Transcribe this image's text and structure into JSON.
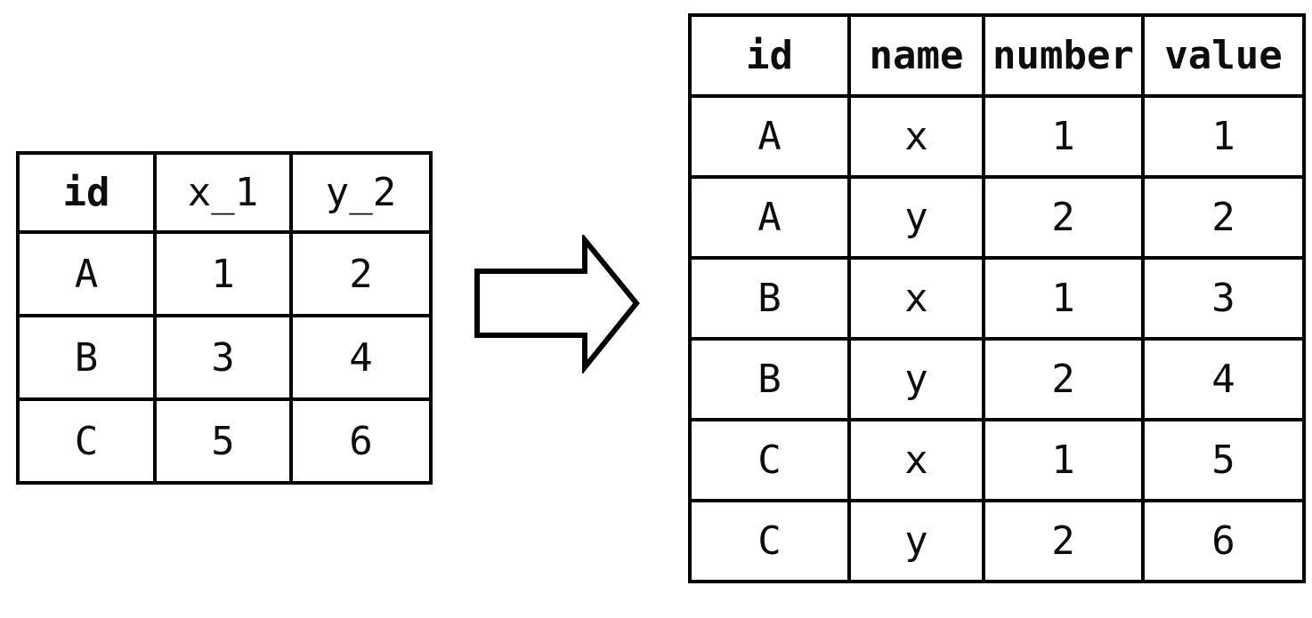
{
  "colors": {
    "highlight_green": "#a3d9b8",
    "highlight_blue": "#99cfe9",
    "border": "#000000",
    "background": "#ffffff"
  },
  "arrow": {
    "direction": "right"
  },
  "wide_table": {
    "columns": [
      {
        "header": "id",
        "bold": true,
        "highlight": "none"
      },
      {
        "header": "x_1",
        "bold": false,
        "highlight": "green"
      },
      {
        "header": "y_2",
        "bold": false,
        "highlight": "blue"
      }
    ],
    "rows": [
      {
        "id": "A",
        "x_1": "1",
        "y_2": "2"
      },
      {
        "id": "B",
        "x_1": "3",
        "y_2": "4"
      },
      {
        "id": "C",
        "x_1": "5",
        "y_2": "6"
      }
    ]
  },
  "long_table": {
    "columns": [
      {
        "header": "id",
        "bold": true
      },
      {
        "header": "name",
        "bold": true
      },
      {
        "header": "number",
        "bold": true
      },
      {
        "header": "value",
        "bold": true
      }
    ],
    "rows": [
      {
        "id": "A",
        "name": "x",
        "number": "1",
        "value": "1",
        "highlight": "green"
      },
      {
        "id": "A",
        "name": "y",
        "number": "2",
        "value": "2",
        "highlight": "blue"
      },
      {
        "id": "B",
        "name": "x",
        "number": "1",
        "value": "3",
        "highlight": "green"
      },
      {
        "id": "B",
        "name": "y",
        "number": "2",
        "value": "4",
        "highlight": "blue"
      },
      {
        "id": "C",
        "name": "x",
        "number": "1",
        "value": "5",
        "highlight": "green"
      },
      {
        "id": "C",
        "name": "y",
        "number": "2",
        "value": "6",
        "highlight": "blue"
      }
    ]
  }
}
